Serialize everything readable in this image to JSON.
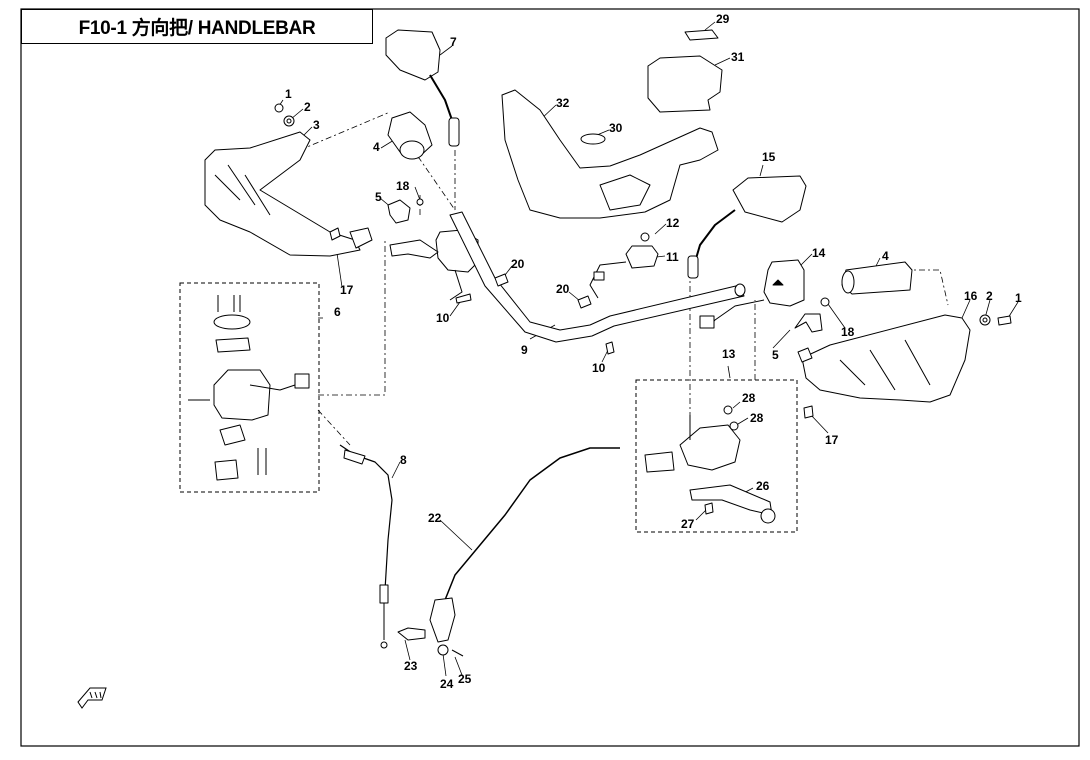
{
  "page": {
    "title": "F10-1 方向把/ HANDLEBAR"
  },
  "callouts": [
    {
      "id": "c1a",
      "label": "1"
    },
    {
      "id": "c2a",
      "label": "2"
    },
    {
      "id": "c3",
      "label": "3"
    },
    {
      "id": "c4a",
      "label": "4"
    },
    {
      "id": "c5a",
      "label": "5"
    },
    {
      "id": "c6",
      "label": "6"
    },
    {
      "id": "c7",
      "label": "7"
    },
    {
      "id": "c8",
      "label": "8"
    },
    {
      "id": "c9",
      "label": "9"
    },
    {
      "id": "c10a",
      "label": "10"
    },
    {
      "id": "c10b",
      "label": "10"
    },
    {
      "id": "c11",
      "label": "11"
    },
    {
      "id": "c12",
      "label": "12"
    },
    {
      "id": "c13",
      "label": "13"
    },
    {
      "id": "c14",
      "label": "14"
    },
    {
      "id": "c15",
      "label": "15"
    },
    {
      "id": "c16",
      "label": "16"
    },
    {
      "id": "c2b",
      "label": "2"
    },
    {
      "id": "c1b",
      "label": "1"
    },
    {
      "id": "c17a",
      "label": "17"
    },
    {
      "id": "c17b",
      "label": "17"
    },
    {
      "id": "c18a",
      "label": "18"
    },
    {
      "id": "c18b",
      "label": "18"
    },
    {
      "id": "c20a",
      "label": "20"
    },
    {
      "id": "c20b",
      "label": "20"
    },
    {
      "id": "c22",
      "label": "22"
    },
    {
      "id": "c23",
      "label": "23"
    },
    {
      "id": "c24",
      "label": "24"
    },
    {
      "id": "c25",
      "label": "25"
    },
    {
      "id": "c26",
      "label": "26"
    },
    {
      "id": "c27",
      "label": "27"
    },
    {
      "id": "c28a",
      "label": "28"
    },
    {
      "id": "c28b",
      "label": "28"
    },
    {
      "id": "c29",
      "label": "29"
    },
    {
      "id": "c30",
      "label": "30"
    },
    {
      "id": "c31",
      "label": "31"
    },
    {
      "id": "c32",
      "label": "32"
    },
    {
      "id": "c4b",
      "label": "4"
    },
    {
      "id": "c5b",
      "label": "5"
    }
  ],
  "colors": {
    "line": "#000000",
    "paper": "#ffffff",
    "shade": "#d9d9d9"
  },
  "icons": {
    "orientation_mark": "front-arrow-icon"
  }
}
